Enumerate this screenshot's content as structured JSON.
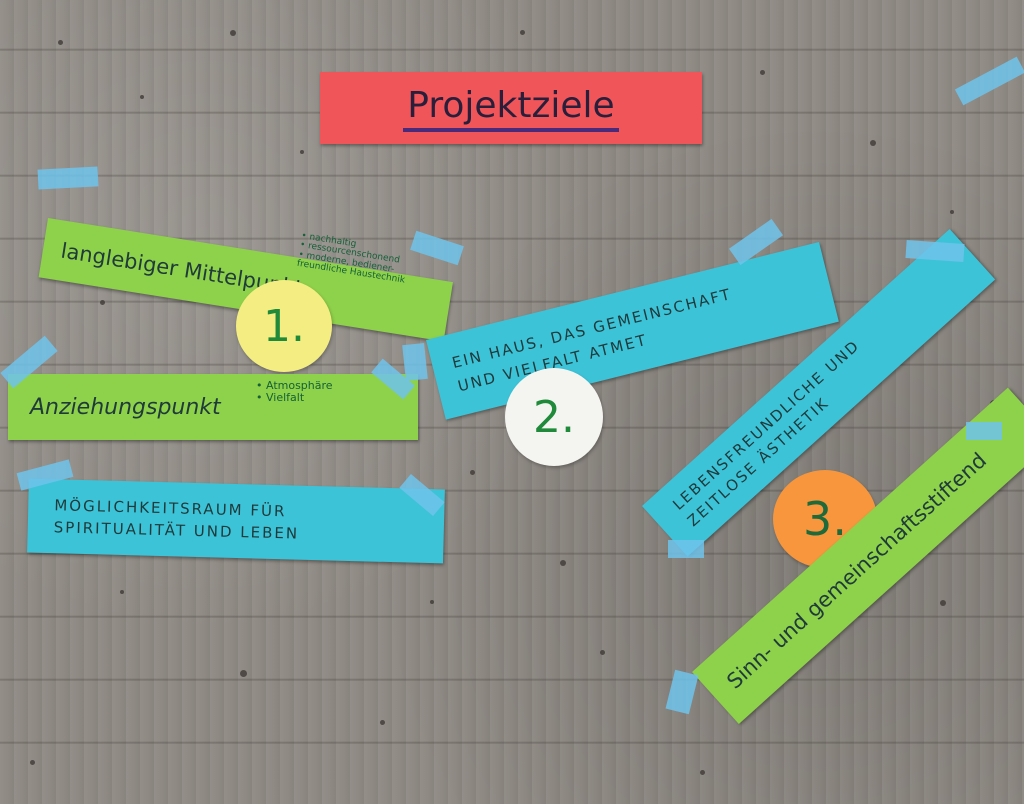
{
  "title": "Projektziele",
  "goals": [
    {
      "text": "langlebiger Mittelpunkt",
      "bullets": [
        "• nachhaltig",
        "• ressourcenschonend",
        "• moderne, bediener-",
        "freundliche Haustechnik"
      ]
    },
    {
      "text": "Anziehungspunkt",
      "bullets": [
        "• Atmosphäre",
        "• Vielfalt"
      ]
    },
    {
      "text": "Möglichkeitsraum für Spiritualität und Leben"
    },
    {
      "text": "Ein Haus, das Gemeinschaft und Vielfalt atmet"
    },
    {
      "text": "Lebensfreundliche und zeitlose Ästhetik"
    },
    {
      "text": "Sinn- und gemeinschaftsstiftend"
    }
  ],
  "numbers": [
    "1.",
    "2.",
    "3."
  ],
  "colors": {
    "wall": "#8f8a84",
    "title_paper": "#f0555a",
    "green_paper": "#8ed14a",
    "blue_paper": "#3cc3d8",
    "circle_yellow": "#f4ee82",
    "circle_white": "#f4f4f0",
    "circle_orange": "#f7963c",
    "tape": "#6ec3eb"
  }
}
